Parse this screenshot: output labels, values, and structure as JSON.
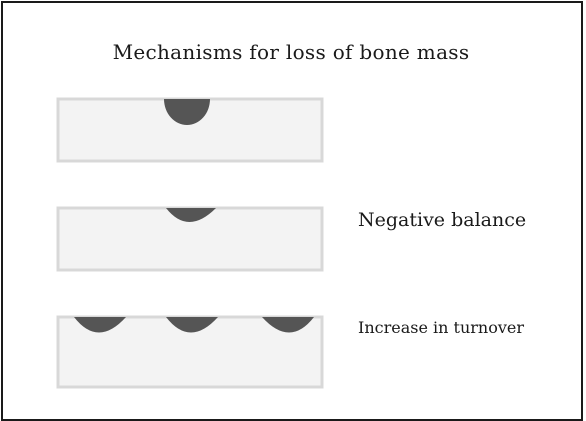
{
  "title": "Mechanisms for loss of bone mass",
  "panels": [
    {
      "label": "",
      "cavities": 1,
      "cavity_depth": "deep"
    },
    {
      "label": "Negative balance",
      "cavities": 1,
      "cavity_depth": "shallow"
    },
    {
      "label": "Increase in turnover",
      "cavities": 3,
      "cavity_depth": "shallow"
    }
  ],
  "colors": {
    "bone_fill": "#f3f3f3",
    "bone_edge": "#d8d8d8",
    "cavity": "#555555",
    "text": "#1a1a1a"
  }
}
